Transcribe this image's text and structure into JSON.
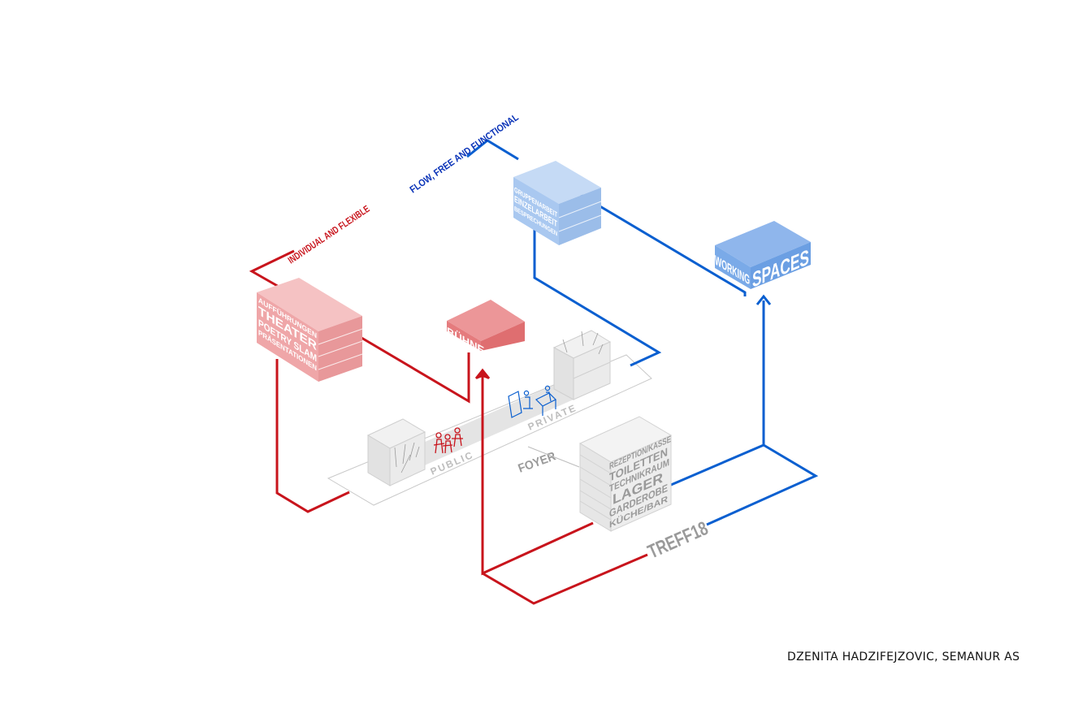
{
  "red_label": "INDIVIDUAL AND FLEXIBLE",
  "blue_label": "FLOW, FREE AND FUNCTIONAL",
  "performance_block": {
    "lines": [
      "AUFFÜHRUNGEN",
      "THEATER",
      "POETRY SLAM",
      "PRÄSENTATIONEN"
    ]
  },
  "stage_block": {
    "label": "BÜHNE BÜHNE"
  },
  "work_block": {
    "lines": [
      "GRUPPENARBEIT",
      "EINZELARBEIT",
      "BESPRECHUNGEN"
    ]
  },
  "working_spaces": {
    "word1": "WORKING",
    "word2": "SPACES"
  },
  "floor": {
    "public": "PUBLIC",
    "private": "PRIVATE",
    "foyer": "FOYER"
  },
  "service_block": {
    "lines": [
      "REZEPTION/KASSE",
      "TOILETTEN",
      "TECHNIKRAUM",
      "LAGER",
      "GARDEROBE",
      "KÜCHE/BAR"
    ]
  },
  "treff_label": "TREFF18",
  "credit": "DZENITA HADZIFEJZOVIC, SEMANUR AS",
  "colors": {
    "red_line": "#c8141c",
    "blue_line": "#0a5fd0",
    "pink_block": "#efa6a8",
    "salmon_block": "#e57b7d",
    "lightblue_block": "#a9c8f0",
    "blue_block": "#7aaae8",
    "grey_text": "#9a9a9a"
  }
}
